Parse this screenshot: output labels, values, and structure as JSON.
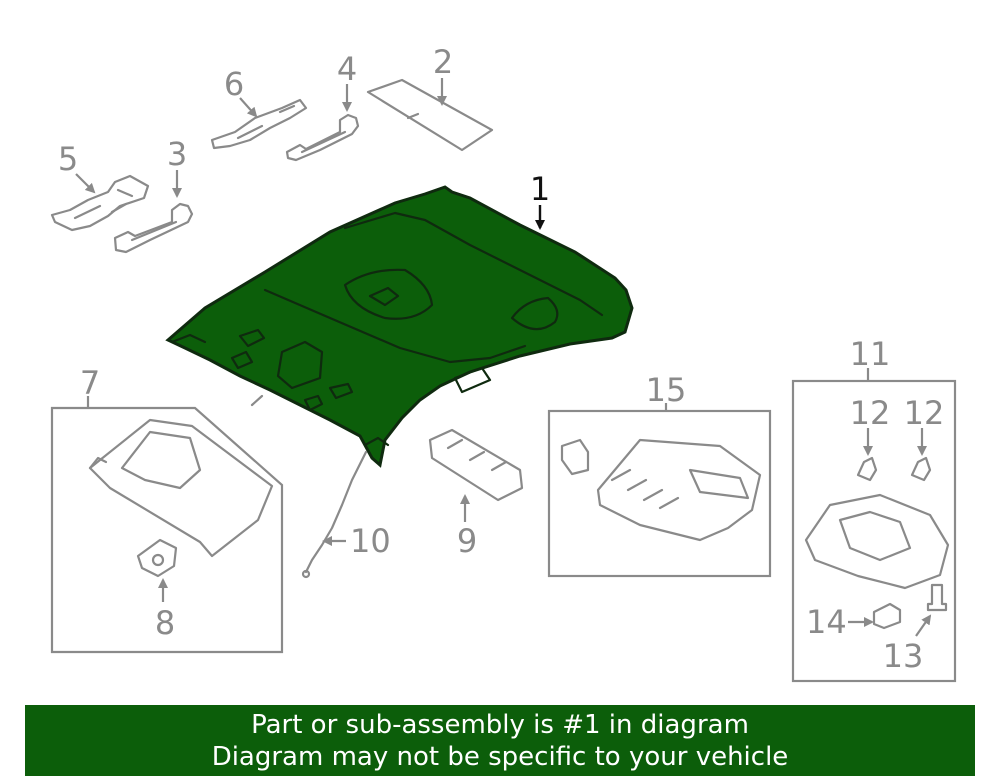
{
  "callouts": {
    "p1": "1",
    "p2": "2",
    "p3": "3",
    "p4": "4",
    "p5": "5",
    "p6": "6",
    "p7": "7",
    "p8": "8",
    "p9": "9",
    "p10": "10",
    "p11": "11",
    "p12a": "12",
    "p12b": "12",
    "p13": "13",
    "p14": "14",
    "p15": "15"
  },
  "banner": {
    "line1": "Part or sub-assembly is #1 in diagram",
    "line2": "Diagram may not be specific to your vehicle"
  },
  "colors": {
    "highlight_fill": "#0c5e0a",
    "banner_bg": "#0c5e0a",
    "part_line": "#8a8a8a",
    "callout_main": "#111111"
  }
}
